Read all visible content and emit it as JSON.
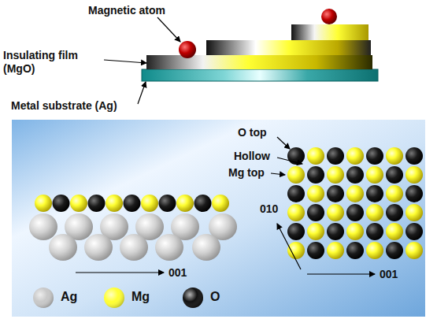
{
  "diagram": {
    "labels": [
      "Magnetic atom",
      "Insulating film (MgO)",
      "Metal substrate (Ag)",
      "O top",
      "Hollow",
      "Mg top",
      "010",
      "001",
      "001"
    ],
    "legend": [
      {
        "text": "Ag",
        "color": "#c8c8c8"
      },
      {
        "text": "Mg",
        "color": "#ffff33"
      },
      {
        "text": "O",
        "color": "#111111"
      }
    ]
  }
}
